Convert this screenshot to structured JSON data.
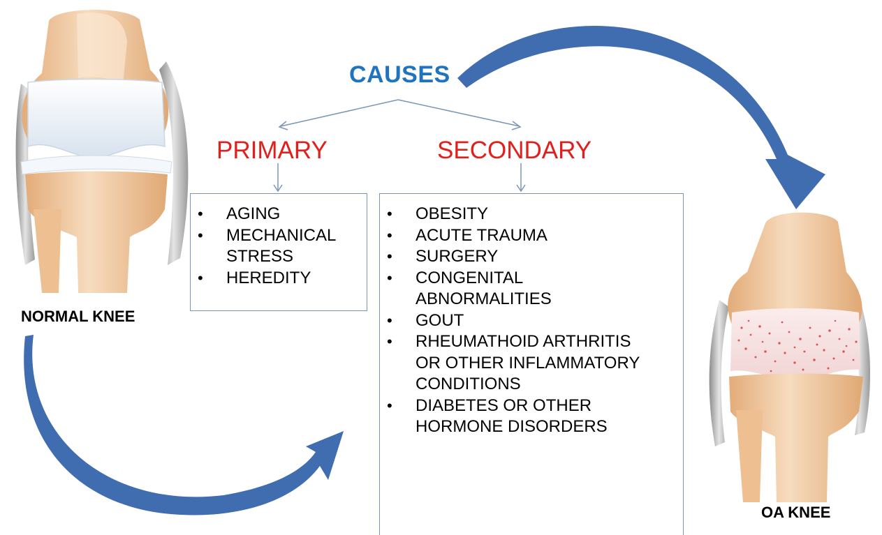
{
  "colors": {
    "causes": "#1f74bd",
    "category": "#e0201c",
    "arrow": "#3f6db0",
    "arrow_dark": "#2c5290",
    "connector": "#7a95b6",
    "bone": "#f2c9a0",
    "bone_shade": "#e3ac79",
    "cartilage": "#e6eef7",
    "oa_spots": "#d42a2a"
  },
  "labels": {
    "normal_knee": "NORMAL KNEE",
    "oa_knee": "OA KNEE",
    "causes": "CAUSES"
  },
  "categories": {
    "primary": {
      "title": "PRIMARY",
      "items": [
        "AGING",
        "MECHANICAL STRESS",
        "HEREDITY"
      ]
    },
    "secondary": {
      "title": "SECONDARY",
      "items": [
        "OBESITY",
        "ACUTE TRAUMA",
        "SURGERY",
        "CONGENITAL ABNORMALITIES",
        "GOUT",
        "RHEUMATHOID ARTHRITIS OR OTHER INFLAMMATORY CONDITIONS",
        "DIABETES OR OTHER HORMONE DISORDERS"
      ]
    }
  },
  "bullet_symbol": "•"
}
